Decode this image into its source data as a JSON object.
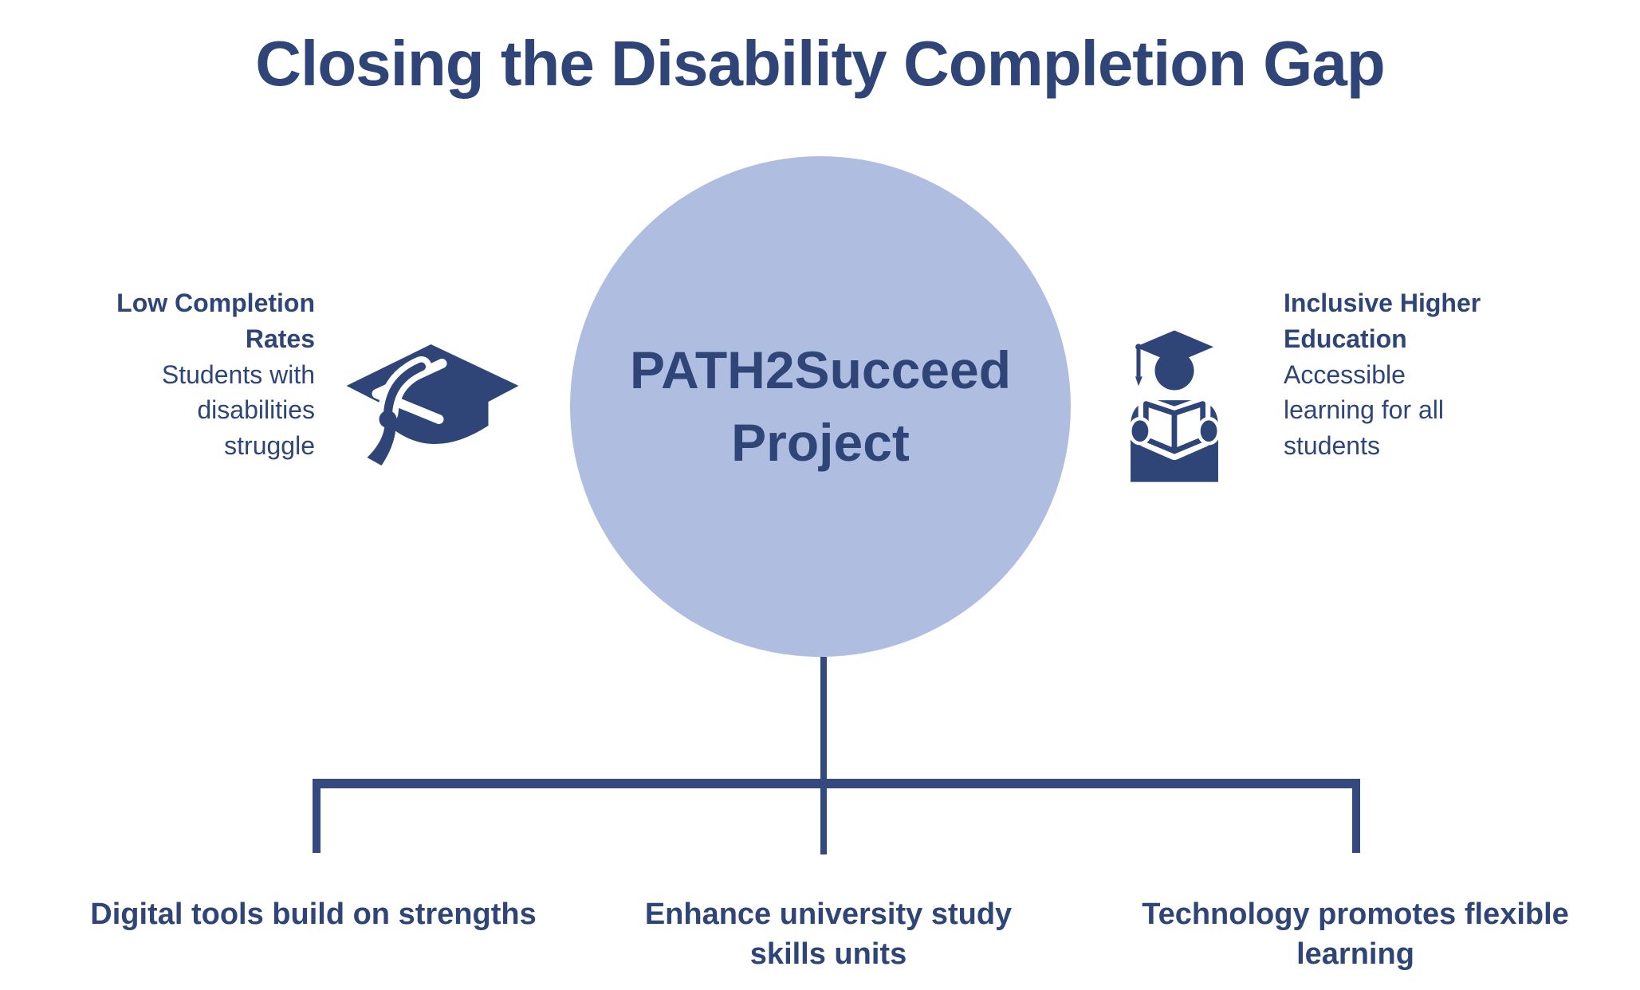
{
  "title": "Closing the Disability Completion Gap",
  "center": {
    "label": "PATH2Succeed Project"
  },
  "left_item": {
    "heading": "Low Completion Rates",
    "description": "Students with disabilities struggle",
    "icon": "graduation-cap-icon"
  },
  "right_item": {
    "heading": "Inclusive Higher Education",
    "description": "Accessible learning for all students",
    "icon": "graduate-reading-icon"
  },
  "outcomes": [
    {
      "label": "Digital tools build on strengths"
    },
    {
      "label": "Enhance university study skills units"
    },
    {
      "label": "Technology promotes flexible learning"
    }
  ],
  "colors": {
    "accent_navy": "#2F4577",
    "connector": "#34497E",
    "circle_fill": "#AFBDE0",
    "background": "#FFFFFF"
  }
}
